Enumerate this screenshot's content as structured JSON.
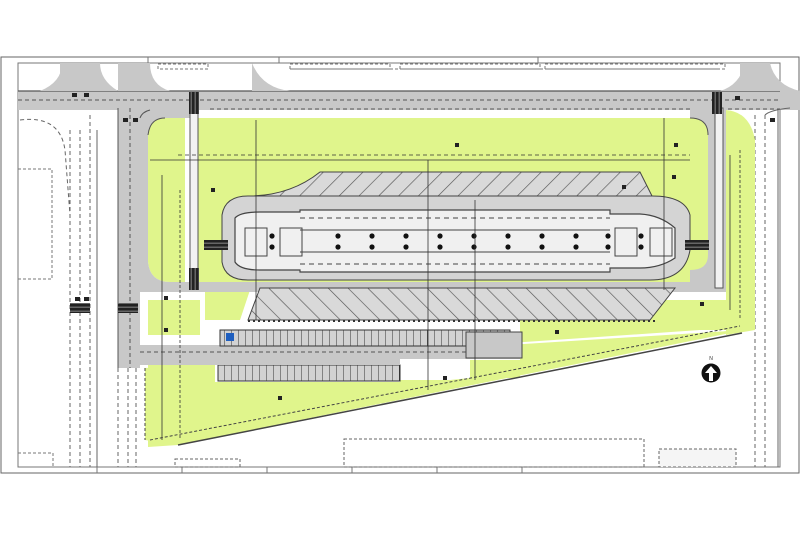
{
  "drawing": {
    "type": "site-plan",
    "subject": "bus terminal site layout",
    "north_arrow_label": "N",
    "colors": {
      "background": "#ffffff",
      "green_area": "#e0f58c",
      "road": "#c8c8c8",
      "road_edge": "#555555",
      "lines": "#333333",
      "dashed": "#555555",
      "accessible_marker": "#1f5fbf"
    }
  },
  "legend": {
    "roads": "Surrounding streets with lane markings and crosswalks",
    "green": "Landscaped area",
    "parking": "Angled parking rows",
    "platform": "Central bus platform with columns",
    "car_parking": "Perpendicular parking strip"
  }
}
